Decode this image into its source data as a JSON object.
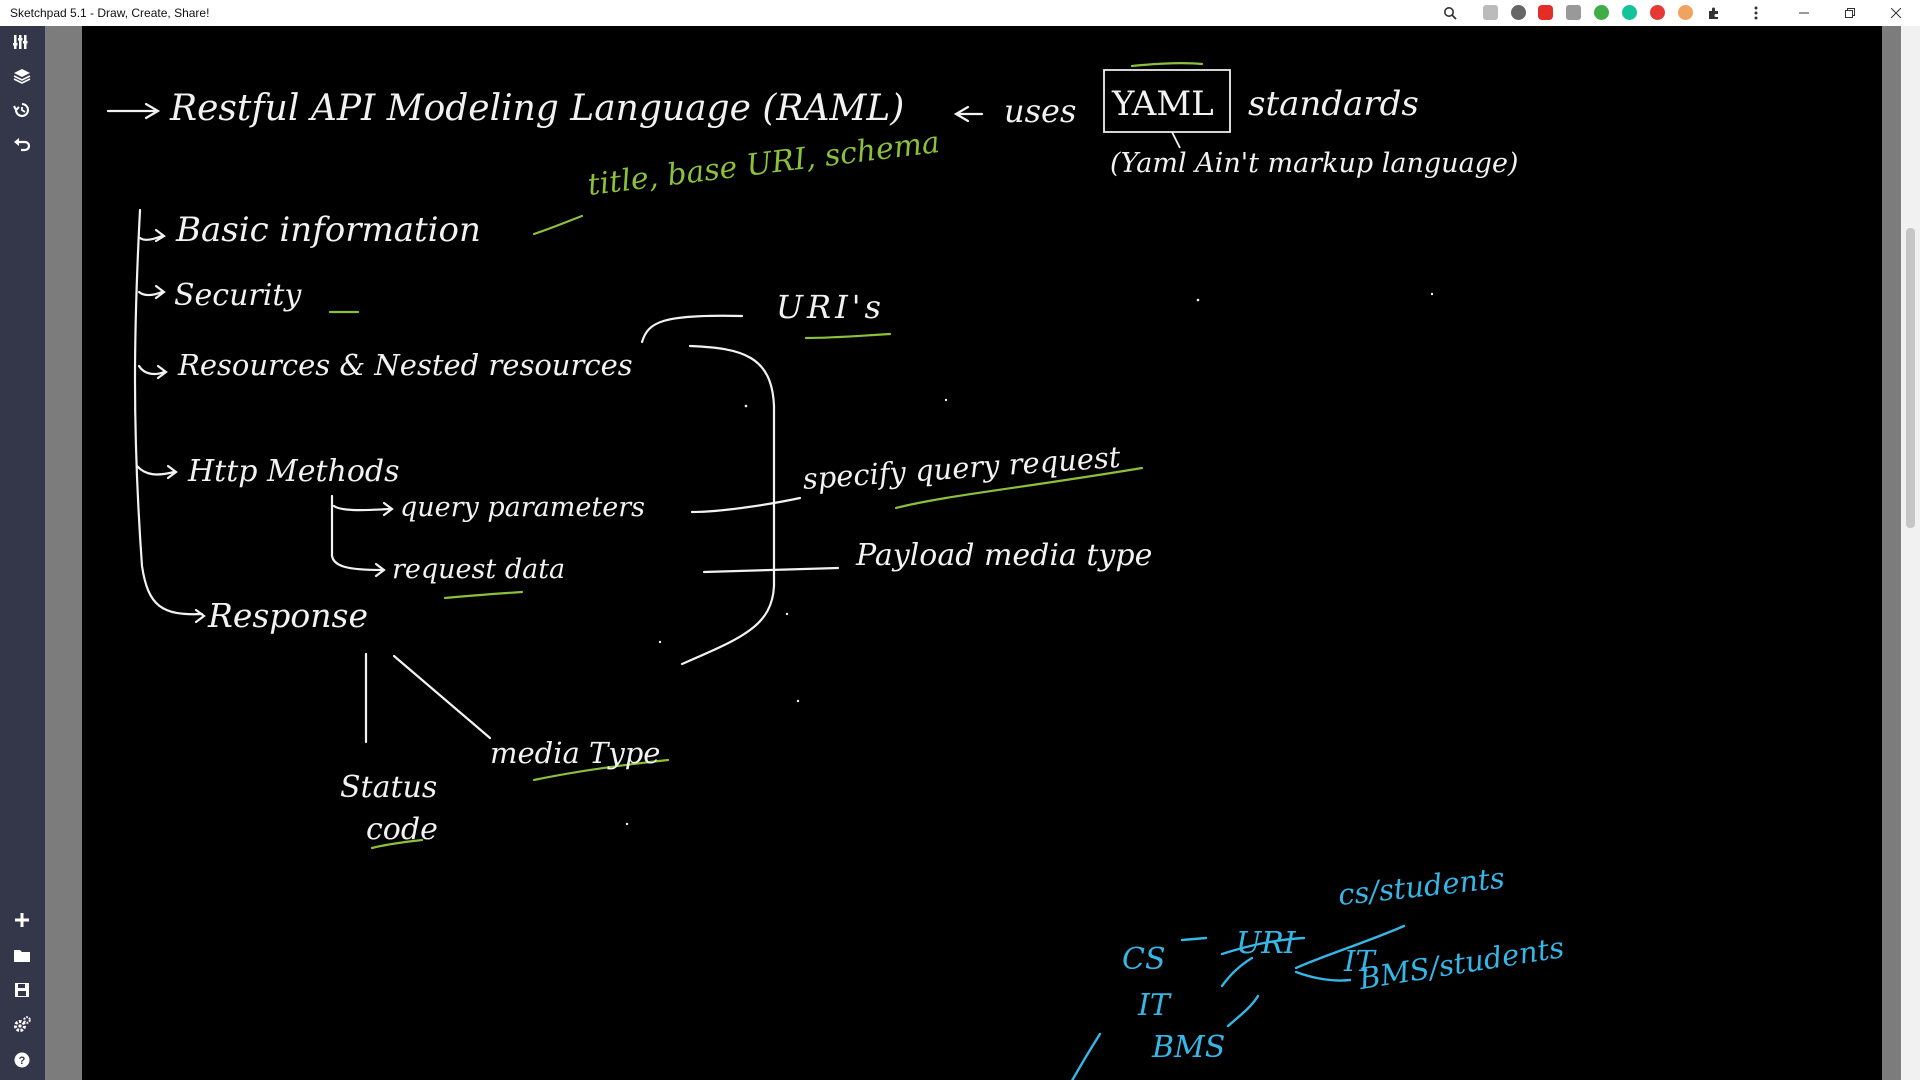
{
  "window": {
    "title": "Sketchpad 5.1 - Draw, Create, Share!"
  },
  "toolbar": {
    "top_tools": [
      "tools-icon",
      "layers-icon",
      "history-icon",
      "undo-icon"
    ],
    "bottom_tools": [
      "add-icon",
      "folder-icon",
      "save-icon",
      "settings-icon",
      "help-icon"
    ]
  },
  "colors": {
    "sidebar": "#34364a",
    "gutter": "#7c7c7c",
    "canvas": "#000000",
    "white_ink": "#f2f2f2",
    "green_ink": "#8cbf3c",
    "blue_ink": "#37b6e6"
  },
  "notes": {
    "raml": "Restful API Modeling Language (RAML)",
    "uses": "uses",
    "yaml": "YAML",
    "standards": "standards",
    "yaml_expansion": "(Yaml Ain't markup language)",
    "title_base": "title, base URI, schema",
    "basic_info": "Basic information",
    "security": "Security",
    "resources": "Resources & Nested resources",
    "uris": "URI's",
    "http_methods": "Http Methods",
    "query_params": "query parameters",
    "request_data": "request data",
    "specify_query": "specify query request",
    "payload": "Payload media type",
    "response": "Response",
    "media_type": "media Type",
    "status": "Status",
    "code": "code",
    "cs": "CS",
    "it": "IT",
    "bms": "BMS",
    "uri_blue": "URI",
    "cs_students": "cs/students",
    "it_blue": "IT",
    "bms_students": "BMS/students"
  }
}
